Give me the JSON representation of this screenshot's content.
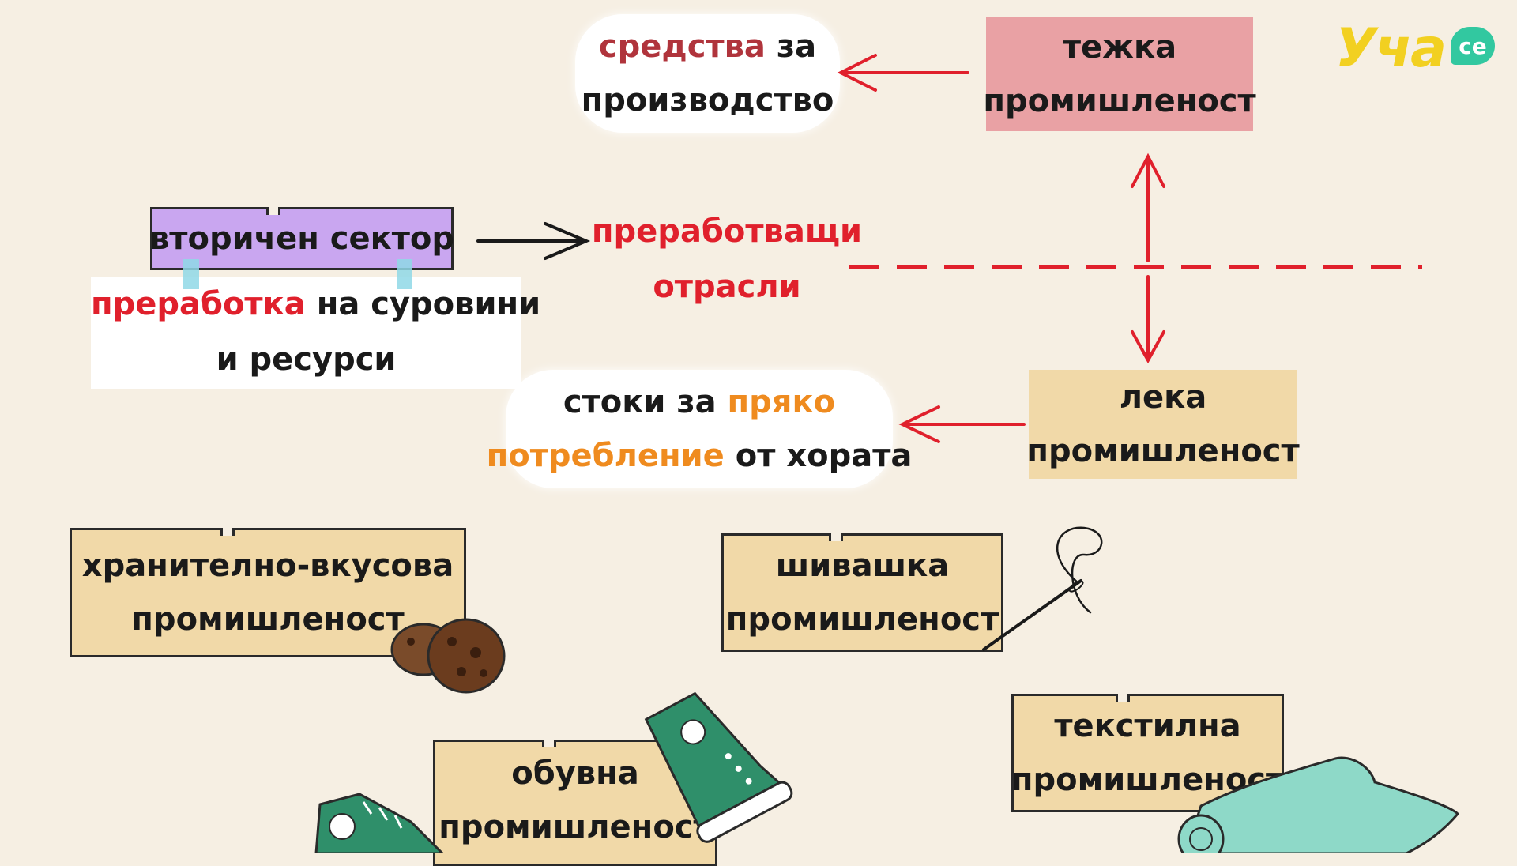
{
  "logo": {
    "main": "Уча",
    "badge": "се"
  },
  "heavy": {
    "line1": "тежка",
    "line2": "промишленост"
  },
  "means": {
    "word1": "средства",
    "word2": "за",
    "line2": "производство"
  },
  "secondary": {
    "title": "вторичен сектор",
    "sub_red": "преработка",
    "sub_rest": " на суровини",
    "sub_line2": "и ресурси"
  },
  "processing": {
    "line1": "преработващи",
    "line2": "отрасли"
  },
  "light": {
    "line1": "лека",
    "line2": "промишленост"
  },
  "goods": {
    "w1": "стоки за ",
    "w2": "пряко",
    "w3": "потребление",
    "w4": " от хората"
  },
  "food": {
    "line1": "хранително-вкусова",
    "line2": "промишленост"
  },
  "sewing": {
    "line1": "шивашка",
    "line2": "промишленост"
  },
  "textile": {
    "line1": "текстилна",
    "line2": "промишленост"
  },
  "shoes": {
    "line1": "обувна",
    "line2": "промишленост"
  },
  "colors": {
    "background": "#f6efe3",
    "heavy_box": "#e9a1a4",
    "secondary_box": "#c9a6f0",
    "tan_box": "#f1d9a8",
    "arrow_red": "#e0202c",
    "logo_yellow": "#f2d021",
    "logo_teal": "#32c8a0"
  }
}
